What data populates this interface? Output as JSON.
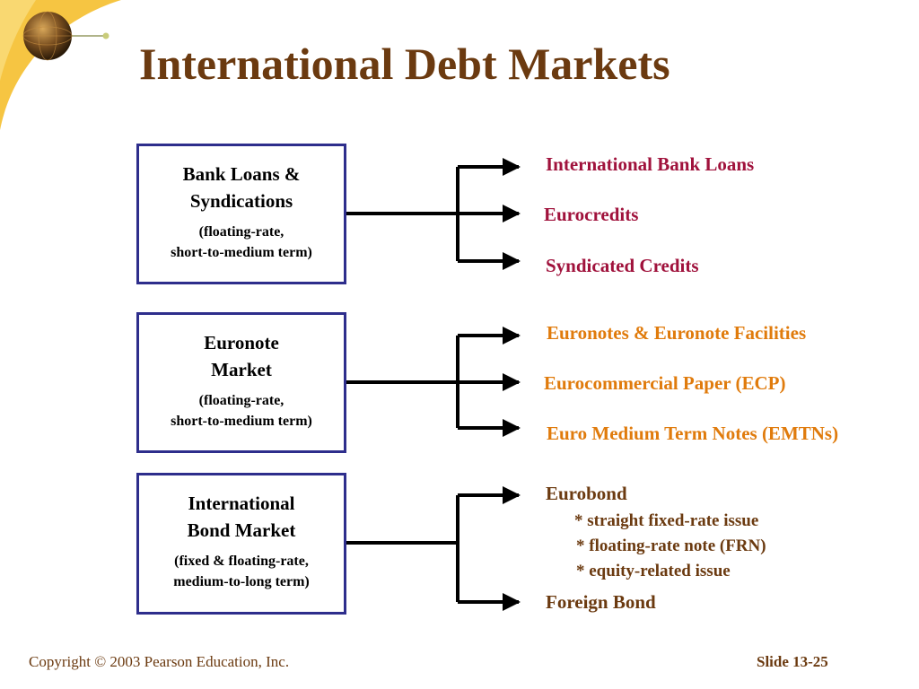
{
  "slide_title": "International Debt Markets",
  "colors": {
    "title": "#6b3a10",
    "box_border": "#2e2e8c",
    "group1_items": "#a0123c",
    "group2_items": "#e07b0c",
    "group3_items": "#6b3a10"
  },
  "groups": [
    {
      "heading_line1": "Bank Loans &",
      "heading_line2": "Syndications",
      "term_line1": "(floating-rate,",
      "term_line2": "short-to-medium term)",
      "items": [
        "International Bank Loans",
        "Eurocredits",
        "Syndicated Credits"
      ]
    },
    {
      "heading_line1": "Euronote",
      "heading_line2": "Market",
      "term_line1": "(floating-rate,",
      "term_line2": "short-to-medium term)",
      "items": [
        "Euronotes & Euronote Facilities",
        "Eurocommercial Paper (ECP)",
        "Euro Medium Term Notes (EMTNs)"
      ]
    },
    {
      "heading_line1": "International",
      "heading_line2": "Bond Market",
      "term_line1": "(fixed & floating-rate,",
      "term_line2": "medium-to-long term)",
      "items": [
        "Eurobond",
        "Foreign Bond"
      ],
      "sub_items": [
        "*  straight fixed-rate issue",
        "*  floating-rate note (FRN)",
        "*  equity-related issue"
      ]
    }
  ],
  "footer": {
    "copyright": "Copyright © 2003 Pearson Education, Inc.",
    "slide_number": "Slide 13-25"
  },
  "decorative_icons": [
    "globe-icon"
  ]
}
